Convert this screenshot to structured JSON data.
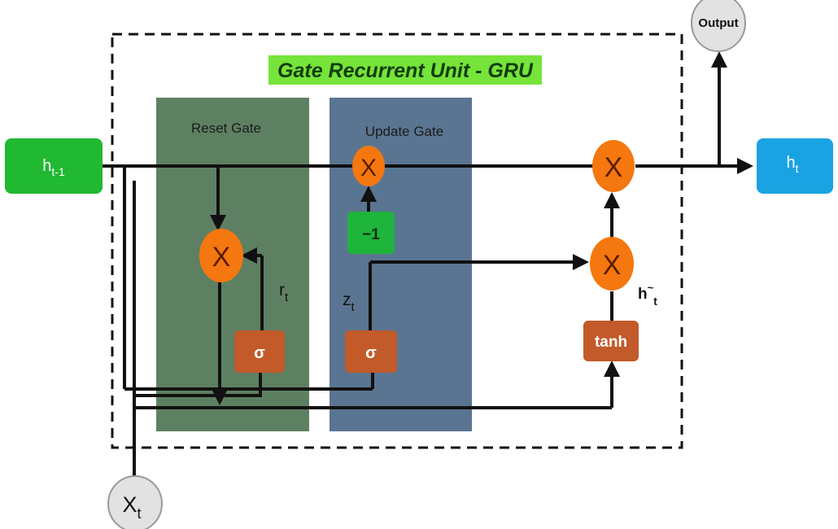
{
  "title": "Gate Recurrent Unit - GRU",
  "colors": {
    "reset_panel": "#5e8062",
    "update_panel": "#5a7591",
    "title_bg": "#76e43a",
    "prev_state_box": "#21b832",
    "out_state_box": "#1aa3e3",
    "multiply_node": "#f5770f",
    "activation_box": "#c25a2a",
    "minus_one_box": "#1fb43c",
    "io_circle": "#e2e2e2",
    "line": "#111111"
  },
  "panels": {
    "reset": "Reset Gate",
    "update": "Update Gate"
  },
  "inputs": {
    "prev_state": {
      "main": "h",
      "sub": "t-1"
    },
    "x_input": {
      "main": "X",
      "sub": "t"
    }
  },
  "outputs": {
    "state": {
      "main": "h",
      "sub": "t"
    },
    "output_label": "Output"
  },
  "operators": {
    "multiply": "X",
    "sigma": "σ",
    "minus_one": "−1",
    "tanh": "tanh"
  },
  "signals": {
    "r": {
      "main": "r",
      "sub": "t"
    },
    "z": {
      "main": "z",
      "sub": "t"
    },
    "h_candidate": {
      "main": "h",
      "sup": "~",
      "sub": "t"
    }
  }
}
